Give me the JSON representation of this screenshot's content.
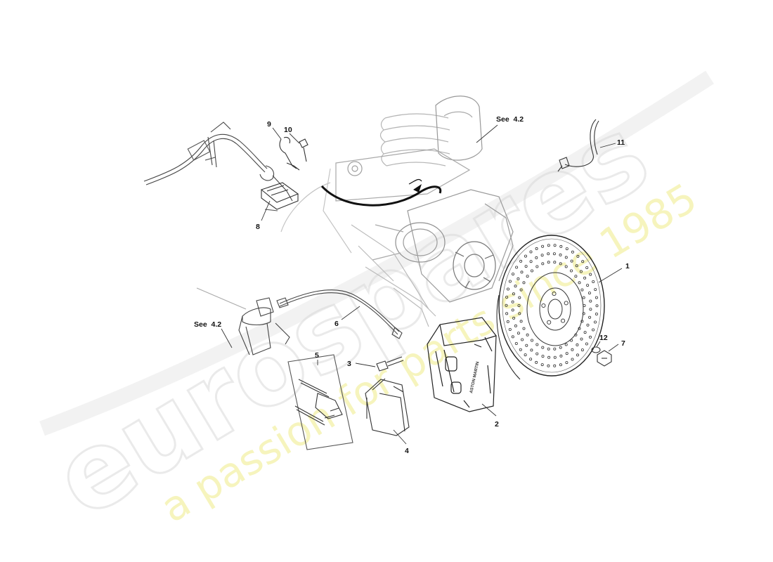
{
  "callouts": {
    "c1": "1",
    "c2": "2",
    "c3": "3",
    "c4": "4",
    "c5": "5",
    "c6": "6",
    "c7": "7",
    "c8": "8",
    "c9": "9",
    "c10": "10",
    "c11": "11",
    "c12": "12",
    "see_top": "See  4.2",
    "see_left": "See  4.2"
  },
  "watermark": {
    "logo": "eurospares",
    "tagline": "a passion for parts since 1985",
    "logo_color": "#d9d9d9",
    "tagline_color": "#f3f1a8"
  },
  "caliper_brand": "ASTON MARTIN"
}
